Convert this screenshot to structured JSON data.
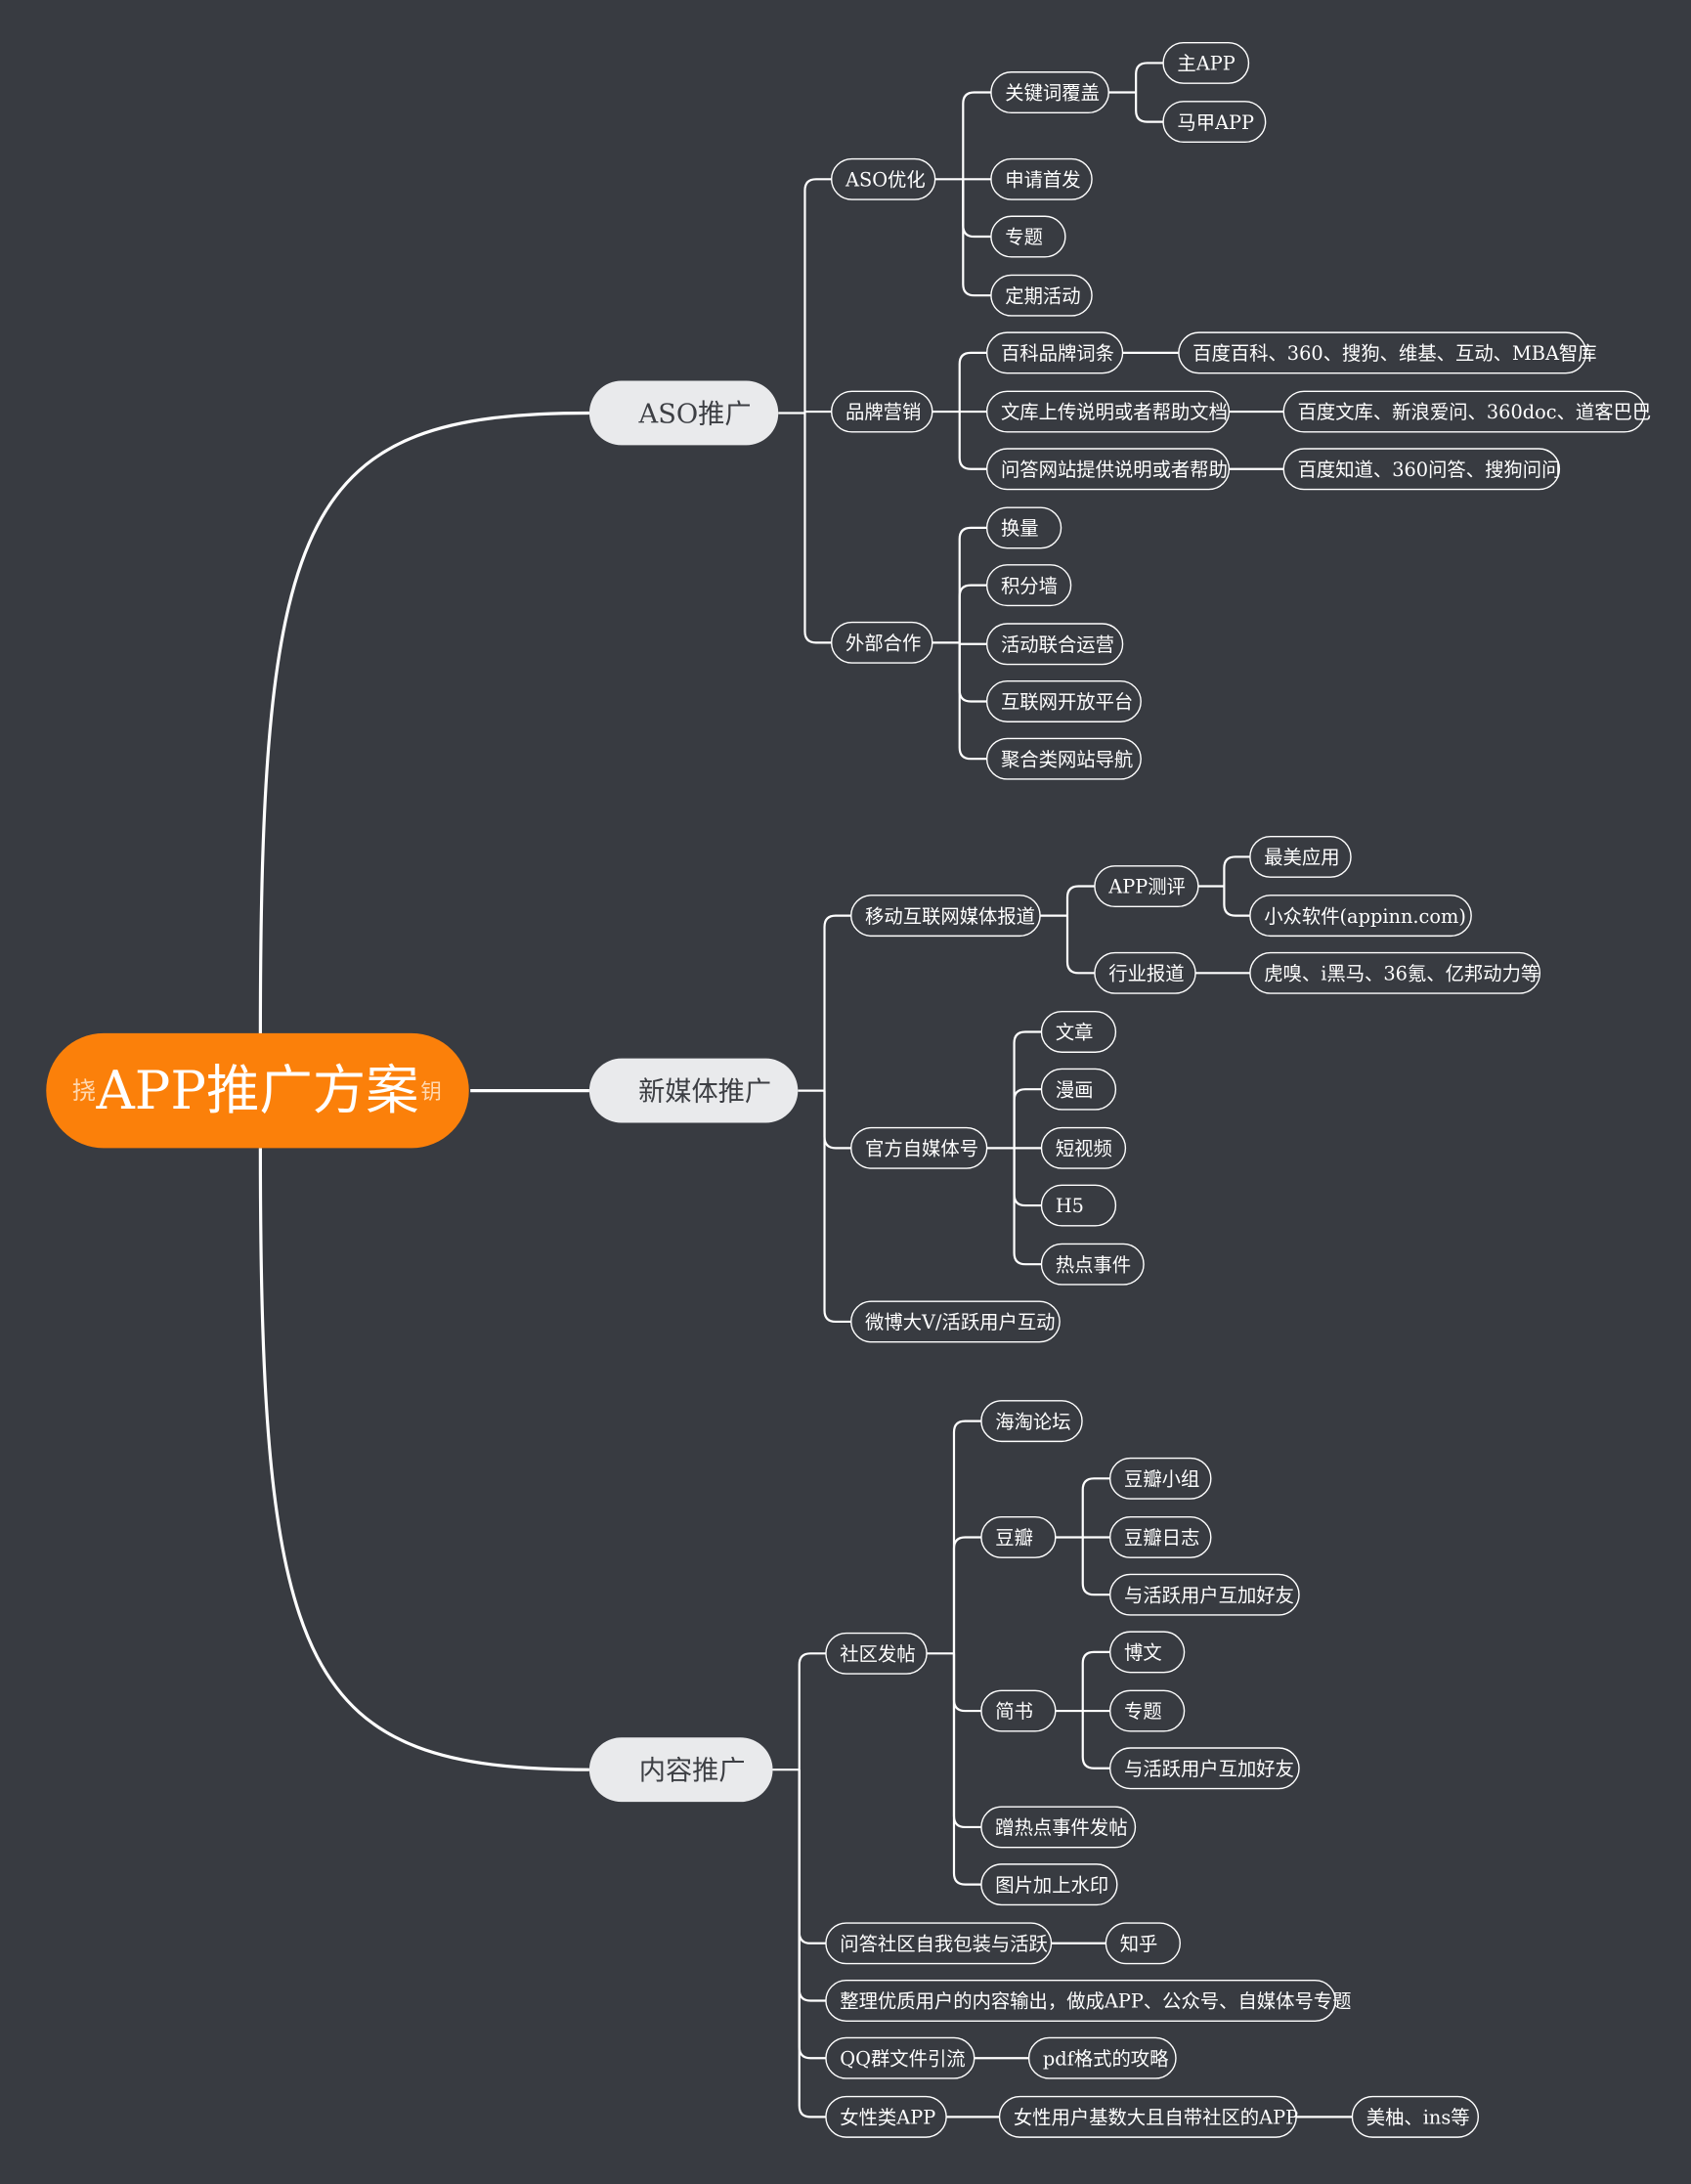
{
  "colors": {
    "background": "#383b41",
    "line": "#ffffff",
    "central_fill": "#fb800a",
    "central_text": "#ffffff",
    "central_side_text": "#ffd8b0",
    "main_fill": "#e9eaec",
    "main_text": "#3d3f44",
    "leaf_border": "#ffffff",
    "leaf_text": "#ffffff"
  },
  "central": {
    "title": "APP推广方案",
    "left_mark": "挠",
    "right_mark": "钥"
  },
  "branches": {
    "aso": {
      "label": "ASO推广",
      "aso_opt": {
        "label": "ASO优化",
        "keyword": {
          "label": "关键词覆盖",
          "main_app": "主APP",
          "vest_app": "马甲APP"
        },
        "first_release": "申请首发",
        "topic": "专题",
        "regular_events": "定期活动"
      },
      "brand": {
        "label": "品牌营销",
        "wiki": {
          "label": "百科品牌词条",
          "detail": "百度百科、360、搜狗、维基、互动、MBA智库"
        },
        "library": {
          "label": "文库上传说明或者帮助文档",
          "detail": "百度文库、新浪爱问、360doc、道客巴巴"
        },
        "qa": {
          "label": "问答网站提供说明或者帮助",
          "detail": "百度知道、360问答、搜狗问问"
        }
      },
      "external": {
        "label": "外部合作",
        "exchange": "换量",
        "points_wall": "积分墙",
        "joint_ops": "活动联合运营",
        "open_platform": "互联网开放平台",
        "nav_sites": "聚合类网站导航"
      }
    },
    "media": {
      "label": "新媒体推广",
      "mobile_news": {
        "label": "移动互联网媒体报道",
        "review": {
          "label": "APP测评",
          "zuimei": "最美应用",
          "appinn": "小众软件(appinn.com)"
        },
        "industry": {
          "label": "行业报道",
          "detail": "虎嗅、i黑马、36氪、亿邦动力等"
        }
      },
      "official": {
        "label": "官方自媒体号",
        "article": "文章",
        "comic": "漫画",
        "short_video": "短视频",
        "h5": "H5",
        "hot_events": "热点事件"
      },
      "weibo": "微博大V/活跃用户互动"
    },
    "content": {
      "label": "内容推广",
      "community": {
        "label": "社区发帖",
        "haitao": "海淘论坛",
        "douban": {
          "label": "豆瓣",
          "group": "豆瓣小组",
          "diary": "豆瓣日志",
          "friends": "与活跃用户互加好友"
        },
        "jianshu": {
          "label": "简书",
          "post": "博文",
          "topic": "专题",
          "friends": "与活跃用户互加好友"
        },
        "hot_posts": "蹭热点事件发帖",
        "watermark": "图片加上水印"
      },
      "qa_community": {
        "label": "问答社区自我包装与活跃",
        "zhihu": "知乎"
      },
      "curate": "整理优质用户的内容输出，做成APP、公众号、自媒体号专题",
      "qq_group": {
        "label": "QQ群文件引流",
        "pdf": "pdf格式的攻略"
      },
      "female_app": {
        "label": "女性类APP",
        "detail": "女性用户基数大且自带社区的APP",
        "examples": "美柚、ins等"
      }
    }
  }
}
